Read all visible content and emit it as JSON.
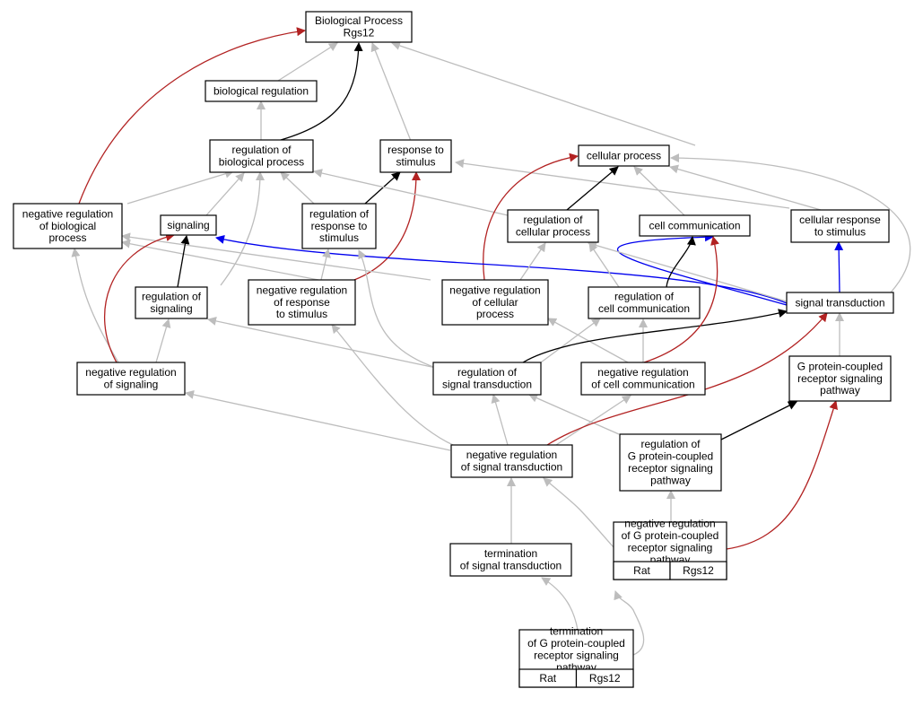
{
  "colors": {
    "is_a": "#bdbdbd",
    "regulates": "#000000",
    "negatively_regulates": "#b22222",
    "part_of": "#0000ee",
    "annotation_fill": "#ffd700"
  },
  "nodes": [
    {
      "id": "root",
      "lines": [
        "Biological Process",
        "Rgs12"
      ]
    },
    {
      "id": "biological-regulation",
      "lines": [
        "biological regulation"
      ]
    },
    {
      "id": "regulation-of-biological-process",
      "lines": [
        "regulation of",
        "biological process"
      ]
    },
    {
      "id": "response-to-stimulus",
      "lines": [
        "response to",
        "stimulus"
      ]
    },
    {
      "id": "cellular-process",
      "lines": [
        "cellular process"
      ]
    },
    {
      "id": "negative-regulation-of-biological-process",
      "lines": [
        "negative regulation",
        "of biological",
        "process"
      ]
    },
    {
      "id": "signaling",
      "lines": [
        "signaling"
      ]
    },
    {
      "id": "regulation-of-response-to-stimulus",
      "lines": [
        "regulation of",
        "response to",
        "stimulus"
      ]
    },
    {
      "id": "regulation-of-cellular-process",
      "lines": [
        "regulation of",
        "cellular process"
      ]
    },
    {
      "id": "cell-communication",
      "lines": [
        "cell communication"
      ]
    },
    {
      "id": "cellular-response-to-stimulus",
      "lines": [
        "cellular response",
        "to stimulus"
      ]
    },
    {
      "id": "regulation-of-signaling",
      "lines": [
        "regulation of",
        "signaling"
      ]
    },
    {
      "id": "negative-regulation-of-response-to-stimulus",
      "lines": [
        "negative regulation",
        "of response",
        "to stimulus"
      ]
    },
    {
      "id": "negative-regulation-of-cellular-process",
      "lines": [
        "negative regulation",
        "of cellular",
        "process"
      ]
    },
    {
      "id": "regulation-of-cell-communication",
      "lines": [
        "regulation of",
        "cell communication"
      ]
    },
    {
      "id": "signal-transduction",
      "lines": [
        "signal transduction"
      ]
    },
    {
      "id": "negative-regulation-of-signaling",
      "lines": [
        "negative regulation",
        "of signaling"
      ]
    },
    {
      "id": "regulation-of-signal-transduction",
      "lines": [
        "regulation of",
        "signal transduction"
      ]
    },
    {
      "id": "negative-regulation-of-cell-communication",
      "lines": [
        "negative regulation",
        "of cell communication"
      ]
    },
    {
      "id": "gpcr-signaling-pathway",
      "lines": [
        "G protein-coupled",
        "receptor signaling",
        "pathway"
      ]
    },
    {
      "id": "negative-regulation-of-signal-transduction",
      "lines": [
        "negative regulation",
        "of signal transduction"
      ]
    },
    {
      "id": "regulation-of-gpcr-signaling-pathway",
      "lines": [
        "regulation of",
        "G protein-coupled",
        "receptor signaling",
        "pathway"
      ]
    },
    {
      "id": "termination-of-signal-transduction",
      "lines": [
        "termination",
        "of signal transduction"
      ]
    },
    {
      "id": "negative-regulation-of-gpcr-signaling-pathway",
      "lines": [
        "negative regulation",
        "of G protein-coupled",
        "receptor signaling",
        "pathway"
      ],
      "annotation": [
        "Rat",
        "Rgs12"
      ]
    },
    {
      "id": "termination-of-gpcr-signaling-pathway",
      "lines": [
        "termination",
        "of G protein-coupled",
        "receptor signaling",
        "pathway"
      ],
      "annotation": [
        "Rat",
        "Rgs12"
      ]
    }
  ]
}
